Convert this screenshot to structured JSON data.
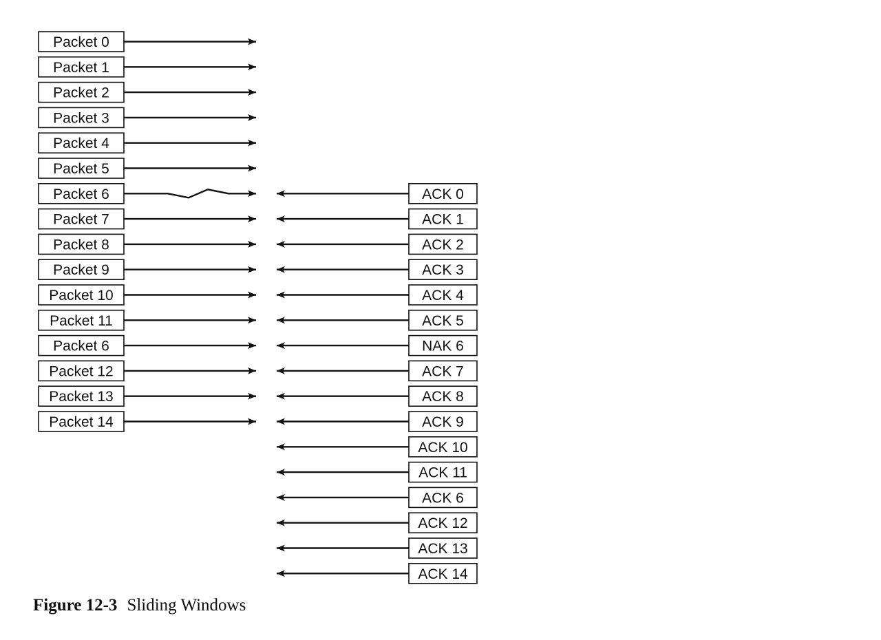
{
  "sender_packets": [
    "Packet 0",
    "Packet 1",
    "Packet 2",
    "Packet 3",
    "Packet 4",
    "Packet 5",
    "Packet 6",
    "Packet 7",
    "Packet 8",
    "Packet 9",
    "Packet 10",
    "Packet 11",
    "Packet 6",
    "Packet 12",
    "Packet 13",
    "Packet 14"
  ],
  "lost_packet_index": 6,
  "receiver_responses": [
    "ACK 0",
    "ACK 1",
    "ACK 2",
    "ACK 3",
    "ACK 4",
    "ACK 5",
    "NAK 6",
    "ACK 7",
    "ACK 8",
    "ACK 9",
    "ACK 10",
    "ACK 11",
    "ACK 6",
    "ACK 12",
    "ACK 13",
    "ACK 14"
  ],
  "response_start_row": 6,
  "caption": {
    "number": "Figure 12-3",
    "title": "Sliding Windows"
  },
  "colors": {
    "ink": "#111111",
    "background": "#ffffff"
  }
}
